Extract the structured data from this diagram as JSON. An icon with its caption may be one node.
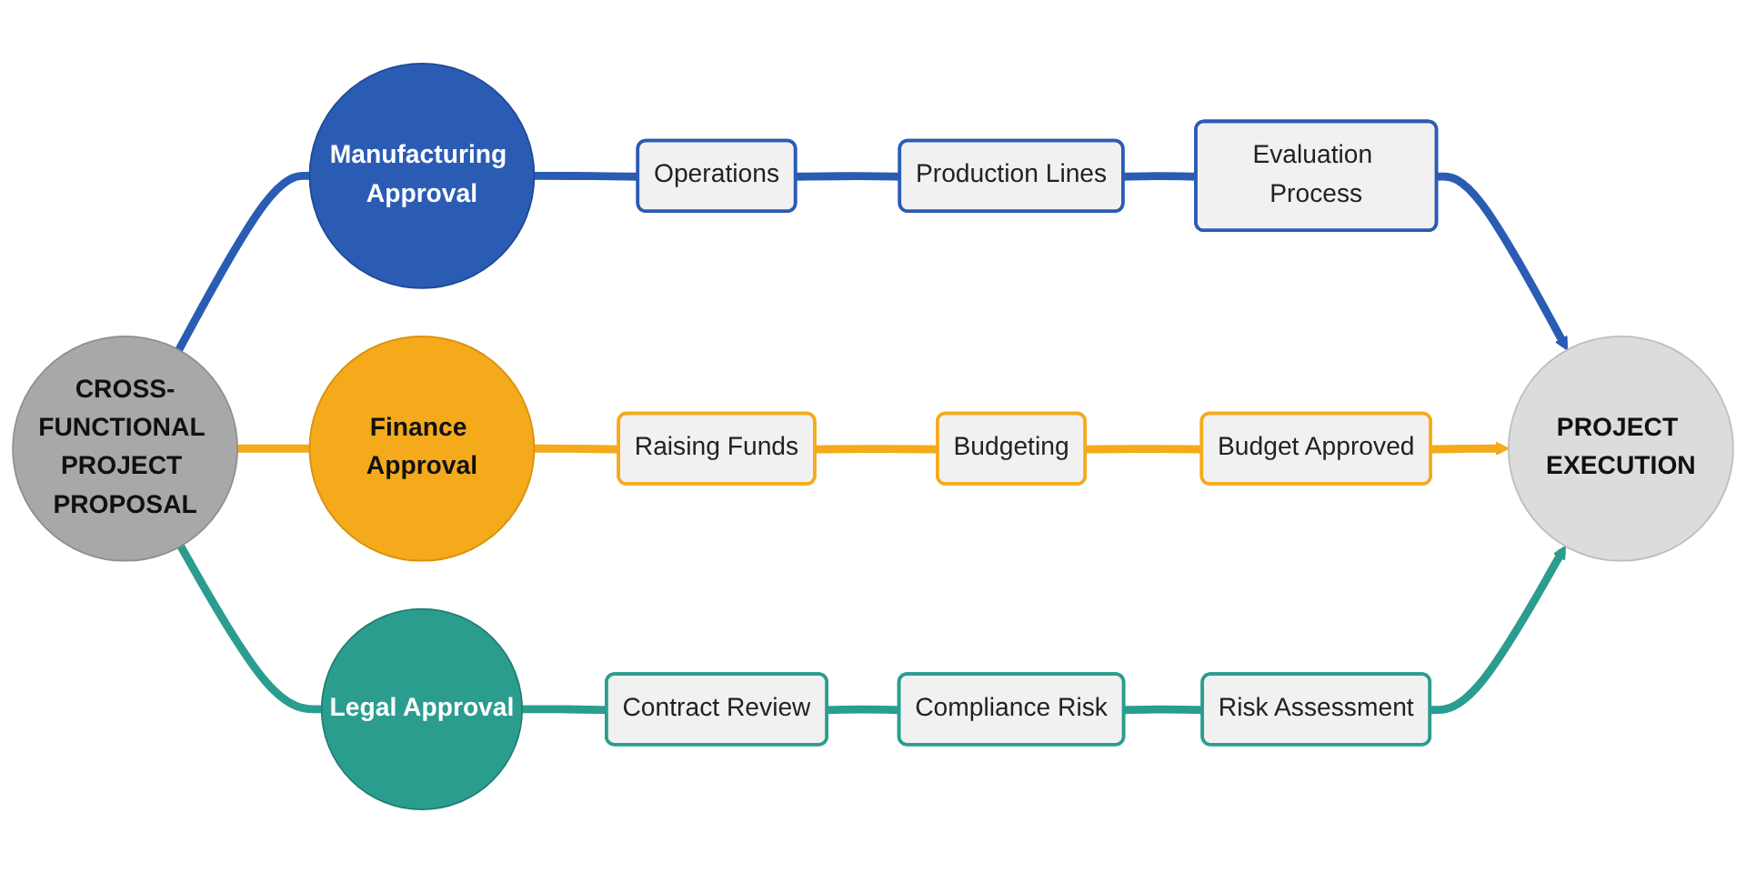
{
  "diagram": {
    "nodes": [
      {
        "text": [
          "CROSS-FUNCTIONAL PROJECT PROPOSAL"
        ]
      },
      {
        "text": [
          "Manufacturing Approval"
        ]
      },
      {
        "text": [
          "Operations"
        ]
      },
      {
        "text": [
          "Production Lines"
        ]
      },
      {
        "text": [
          "Evaluation Process"
        ]
      },
      {
        "text": [
          "Finance Approval"
        ]
      },
      {
        "text": [
          "Raising Funds"
        ]
      },
      {
        "text": [
          "Budgeting"
        ]
      },
      {
        "text": [
          "Budget Approved"
        ]
      },
      {
        "text": [
          "Legal Approval"
        ]
      },
      {
        "text": [
          "Contract Review"
        ]
      },
      {
        "text": [
          "Compliance Risk"
        ]
      },
      {
        "text": [
          "Risk Assessment"
        ]
      },
      {
        "text": [
          "PROJECT EXECUTION"
        ]
      }
    ],
    "edges": [
      {
        "from": 0,
        "to": 1,
        "arrow": "none",
        "color": "#2a5cb4"
      },
      {
        "from": 1,
        "to": 2,
        "arrow": "none",
        "color": "#2a5cb4"
      },
      {
        "from": 2,
        "to": 3,
        "arrow": "none",
        "color": "#2a5cb4"
      },
      {
        "from": 3,
        "to": 4,
        "arrow": "none",
        "color": "#2a5cb4"
      },
      {
        "from": 4,
        "to": 13,
        "arrow": "to",
        "color": "#2a5cb4"
      },
      {
        "from": 0,
        "to": 5,
        "arrow": "none",
        "color": "#f5aa1c"
      },
      {
        "from": 5,
        "to": 6,
        "arrow": "none",
        "color": "#f5aa1c"
      },
      {
        "from": 6,
        "to": 7,
        "arrow": "none",
        "color": "#f5aa1c"
      },
      {
        "from": 7,
        "to": 8,
        "arrow": "none",
        "color": "#f5aa1c"
      },
      {
        "from": 8,
        "to": 13,
        "arrow": "to",
        "color": "#f5aa1c"
      },
      {
        "from": 0,
        "to": 9,
        "arrow": "none",
        "color": "#2a9d8f"
      },
      {
        "from": 9,
        "to": 10,
        "arrow": "none",
        "color": "#2a9d8f"
      },
      {
        "from": 10,
        "to": 11,
        "arrow": "none",
        "color": "#2a9d8f"
      },
      {
        "from": 11,
        "to": 12,
        "arrow": "none",
        "color": "#2a9d8f"
      },
      {
        "from": 12,
        "to": 13,
        "arrow": "to",
        "color": "#2a9d8f"
      }
    ]
  }
}
